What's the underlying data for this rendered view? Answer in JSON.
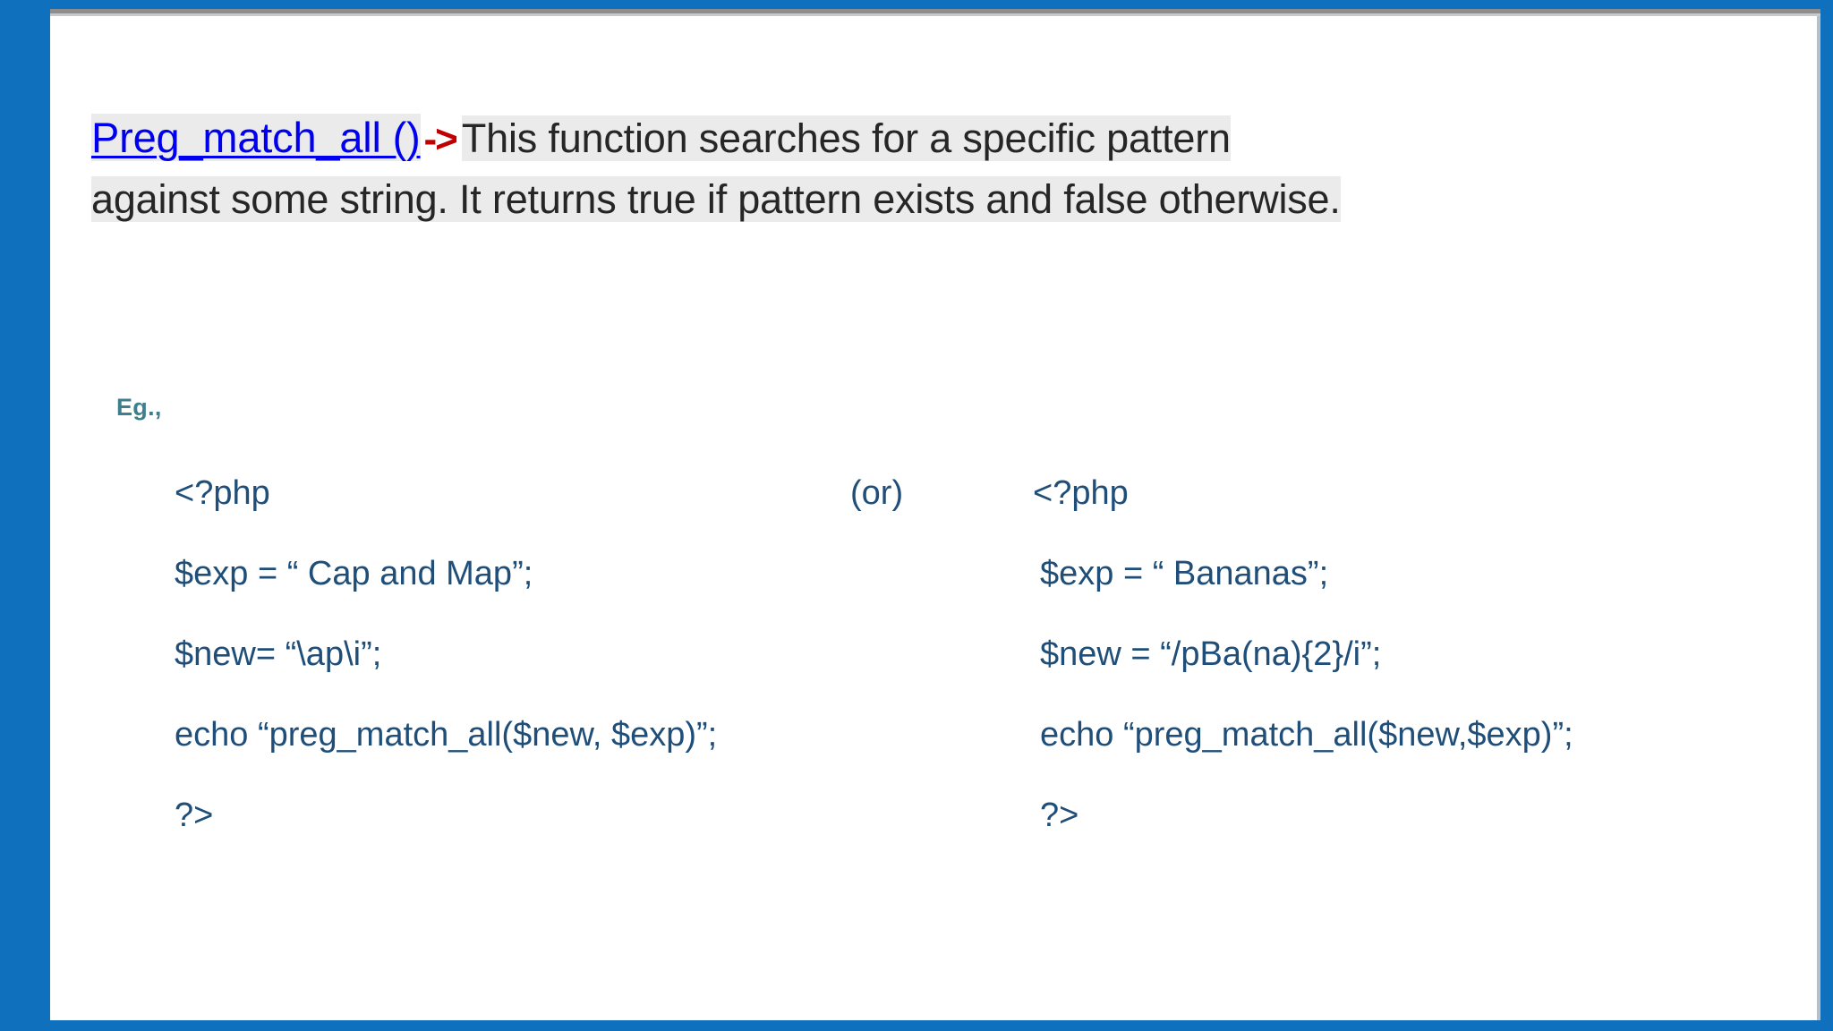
{
  "slide": {
    "border_color": "#0f71bd",
    "background_color": "#ffffff",
    "heading": {
      "function_name": "Preg_match_all ()",
      "arrow": "->",
      "description_line_1": "This function searches for a specific pattern",
      "description_line_2": "against some string. It returns true if pattern exists and false otherwise.",
      "link_color": "#0000ee",
      "arrow_color": "#c00000",
      "highlight_color": "#ebebeb",
      "text_color": "#262626"
    },
    "example": {
      "label": "Eg.,",
      "label_color": "#3d7f8c",
      "code_color": "#1f4e79",
      "separator": "(or)",
      "left_column": [
        "<?php",
        "$exp = “ Cap and Map”;",
        "$new= “\\ap\\i”;",
        "echo “preg_match_all($new, $exp)”;",
        "?>"
      ],
      "right_column": [
        "<?php",
        "$exp = “ Bananas”;",
        "$new = “/pBa(na){2}/i”;",
        "echo “preg_match_all($new,$exp)”;",
        "?>"
      ]
    }
  }
}
